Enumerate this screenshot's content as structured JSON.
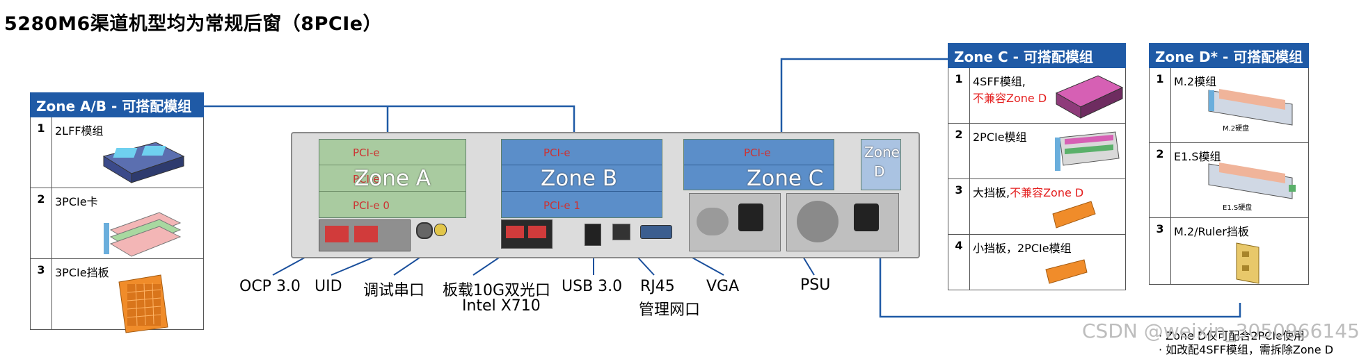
{
  "title": "5280M6渠道机型均为常规后窗（8PCIe）",
  "zone_ab": {
    "header": "Zone A/B - 可搭配模组",
    "rows": [
      {
        "num": "1",
        "label": "2LFF模组"
      },
      {
        "num": "2",
        "label": "3PCIe卡"
      },
      {
        "num": "3",
        "label": "3PCIe挡板"
      }
    ]
  },
  "zone_c": {
    "header": "Zone C - 可搭配模组",
    "rows": [
      {
        "num": "1",
        "label": "4SFF模组,",
        "label_red": "不兼容Zone D"
      },
      {
        "num": "2",
        "label": "2PCIe模组",
        "label_red": ""
      },
      {
        "num": "3",
        "label": "大挡板,",
        "label_red": "不兼容Zone D"
      },
      {
        "num": "4",
        "label": "小挡板，2PCIe模组",
        "label_red": ""
      }
    ]
  },
  "zone_d": {
    "header": "Zone D* - 可搭配模组",
    "rows": [
      {
        "num": "1",
        "label": "M.2模组",
        "sub": "M.2硬盘"
      },
      {
        "num": "2",
        "label": "E1.S模组",
        "sub": "E1.S硬盘"
      },
      {
        "num": "3",
        "label": "M.2/Ruler挡板",
        "sub": ""
      }
    ]
  },
  "chassis": {
    "zone_a": "Zone A",
    "zone_b": "Zone B",
    "zone_c": "Zone C",
    "zone_d_line1": "Zone",
    "zone_d_line2": "D",
    "pcie_a_top": "PCI-e",
    "pcie_a_mid": "PCI-e",
    "pcie_a_bot": "PCI-e 0",
    "pcie_b_top": "PCI-e",
    "pcie_b_bot": "PCI-e 1",
    "pcie_c_top": "PCI-e"
  },
  "ports": {
    "ocp": "OCP 3.0",
    "uid": "UID",
    "debug": "调试串口",
    "nic_line1": "板载10G双光口",
    "nic_line2": "Intel X710",
    "usb": "USB 3.0",
    "rj45_line1": "RJ45",
    "rj45_line2": "管理网口",
    "vga": "VGA",
    "psu": "PSU"
  },
  "notes": [
    "Zone D仅可配合2PCIe使用",
    "如改配4SFF模组，需拆除Zone D"
  ],
  "watermark": "CSDN @weixin_3050966145",
  "colors": {
    "header_blue": "#1f5aa6",
    "zone_green": "#a9cba0",
    "zone_blue": "#5b8ec9",
    "red_text": "#e41e1e",
    "line_blue": "#1f5aa6"
  }
}
